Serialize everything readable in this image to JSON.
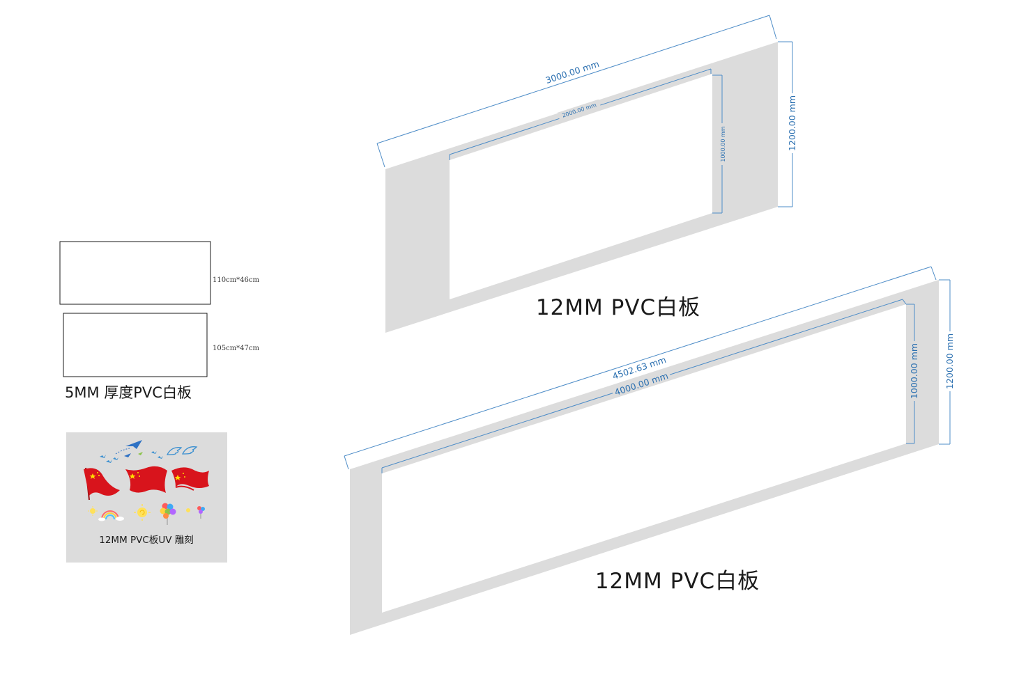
{
  "top_panel": {
    "dim_outer_width": "3000.00 mm",
    "dim_inner_width": "2000.00 mm",
    "dim_inner_height": "1000.00 mm",
    "dim_outer_height": "1200.00 mm",
    "caption": "12MM PVC白板"
  },
  "bottom_panel": {
    "dim_outer_width": "4502.63 mm",
    "dim_inner_width": "4000.00 mm",
    "dim_inner_height": "1000.00 mm",
    "dim_outer_height": "1200.00 mm",
    "caption": "12MM PVC白板"
  },
  "small_boards": {
    "board1_size": "110cm*46cm",
    "board2_size": "105cm*47cm",
    "caption": "5MM 厚度PVC白板"
  },
  "uv_sample": {
    "caption": "12MM PVC板UV 雕刻"
  },
  "colors": {
    "panel_gray": "#dcdcdc",
    "dimension_blue": "#2a6fb0",
    "flag_red": "#d8141c",
    "star_yellow": "#ffde00"
  }
}
